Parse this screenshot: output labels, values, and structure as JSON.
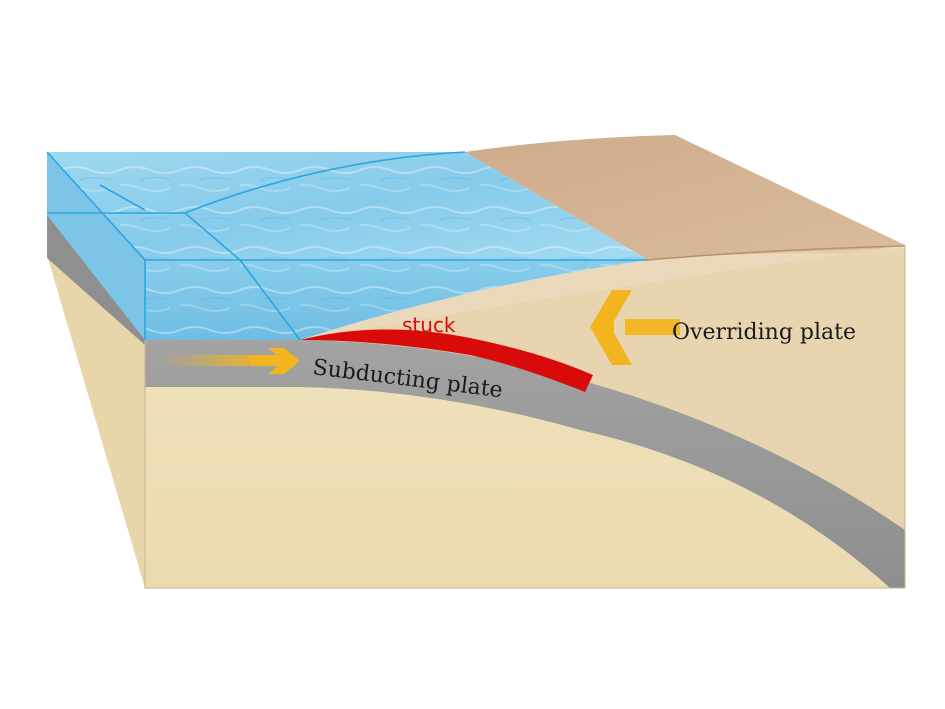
{
  "labels": {
    "stuck": "stuck",
    "subducting_plate": "Subducting plate",
    "overriding_plate": "Overriding plate"
  },
  "colors": {
    "water": "#8fd0ec",
    "water_line": "#2aa6e0",
    "sand": "#efe0b8",
    "overriding": "#cda98a",
    "plate_gray": "#9a9a9a",
    "stuck_zone": "#d80a0a",
    "arrow": "#f2b51f",
    "text": "#1a1a1a"
  },
  "icons": {
    "subducting_arrow": "arrow-right-icon",
    "overriding_arrow": "arrow-left-icon"
  }
}
